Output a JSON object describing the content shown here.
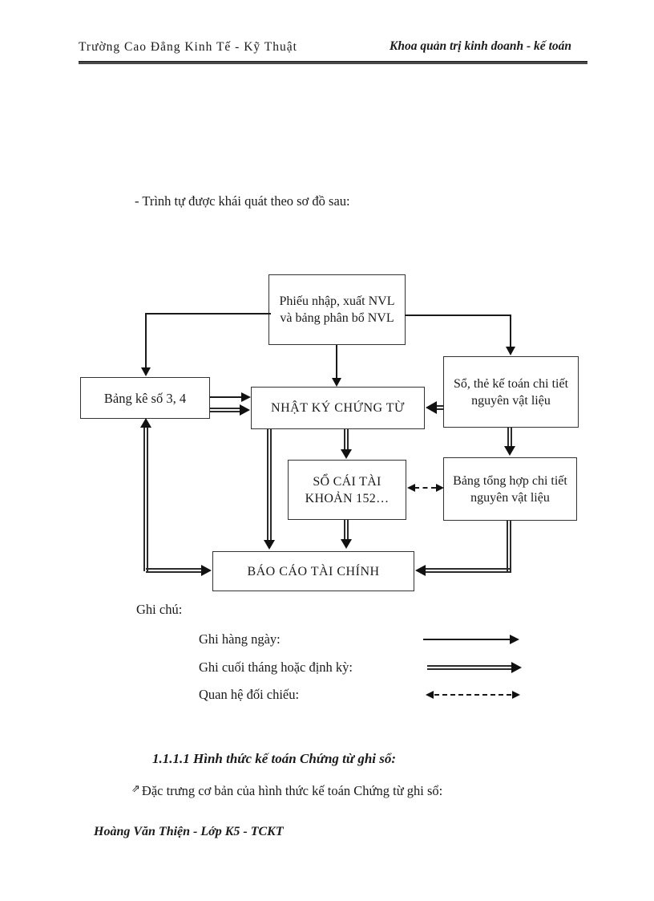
{
  "page": {
    "background": "#ffffff",
    "ink": "#1a1a1a"
  },
  "header": {
    "left": "Trường Cao Đẳng Kinh Tế - Kỹ Thuật",
    "right": "Khoa quản trị kinh doanh - kế toán"
  },
  "intro": "- Trình tự được khái quát theo sơ đồ sau:",
  "diagram": {
    "boxes": {
      "phieu": "Phiếu nhập, xuất NVL và bảng phân bổ NVL",
      "bang_ke": "Bảng kê số 3, 4",
      "nhat_ky": "NHẬT KÝ CHỨNG TỪ",
      "so_the": "Sổ, thẻ kế toán chi tiết nguyên vật liệu",
      "so_cai": "SỔ CÁI TÀI KHOẢN 152…",
      "bang_tong_hop": "Bảng tổng hợp chi tiết nguyên vật liệu",
      "bao_cao": "BÁO CÁO TÀI CHÍNH"
    },
    "arrow_styles": {
      "single": "thin solid line, filled arrowhead",
      "double": "two parallel lines, filled arrowhead",
      "dashed": "dashed line, arrowheads both ends"
    }
  },
  "legend": {
    "title": "Ghi chú:",
    "items": [
      {
        "label": "Ghi hàng ngày:",
        "style": "single-arrow"
      },
      {
        "label": "Ghi cuối tháng hoặc định kỳ:",
        "style": "double-arrow"
      },
      {
        "label": "Quan hệ đối chiếu:",
        "style": "dashed-double-arrow"
      }
    ]
  },
  "section": {
    "heading": "1.1.1.1 Hình thức kế toán Chứng từ ghi sổ:",
    "bullet": "⇗",
    "paragraph": "Đặc trưng cơ bản của hình thức kế toán Chứng từ ghi sổ:"
  },
  "footer": "Hoàng Văn Thiện  - Lớp K5 - TCKT"
}
